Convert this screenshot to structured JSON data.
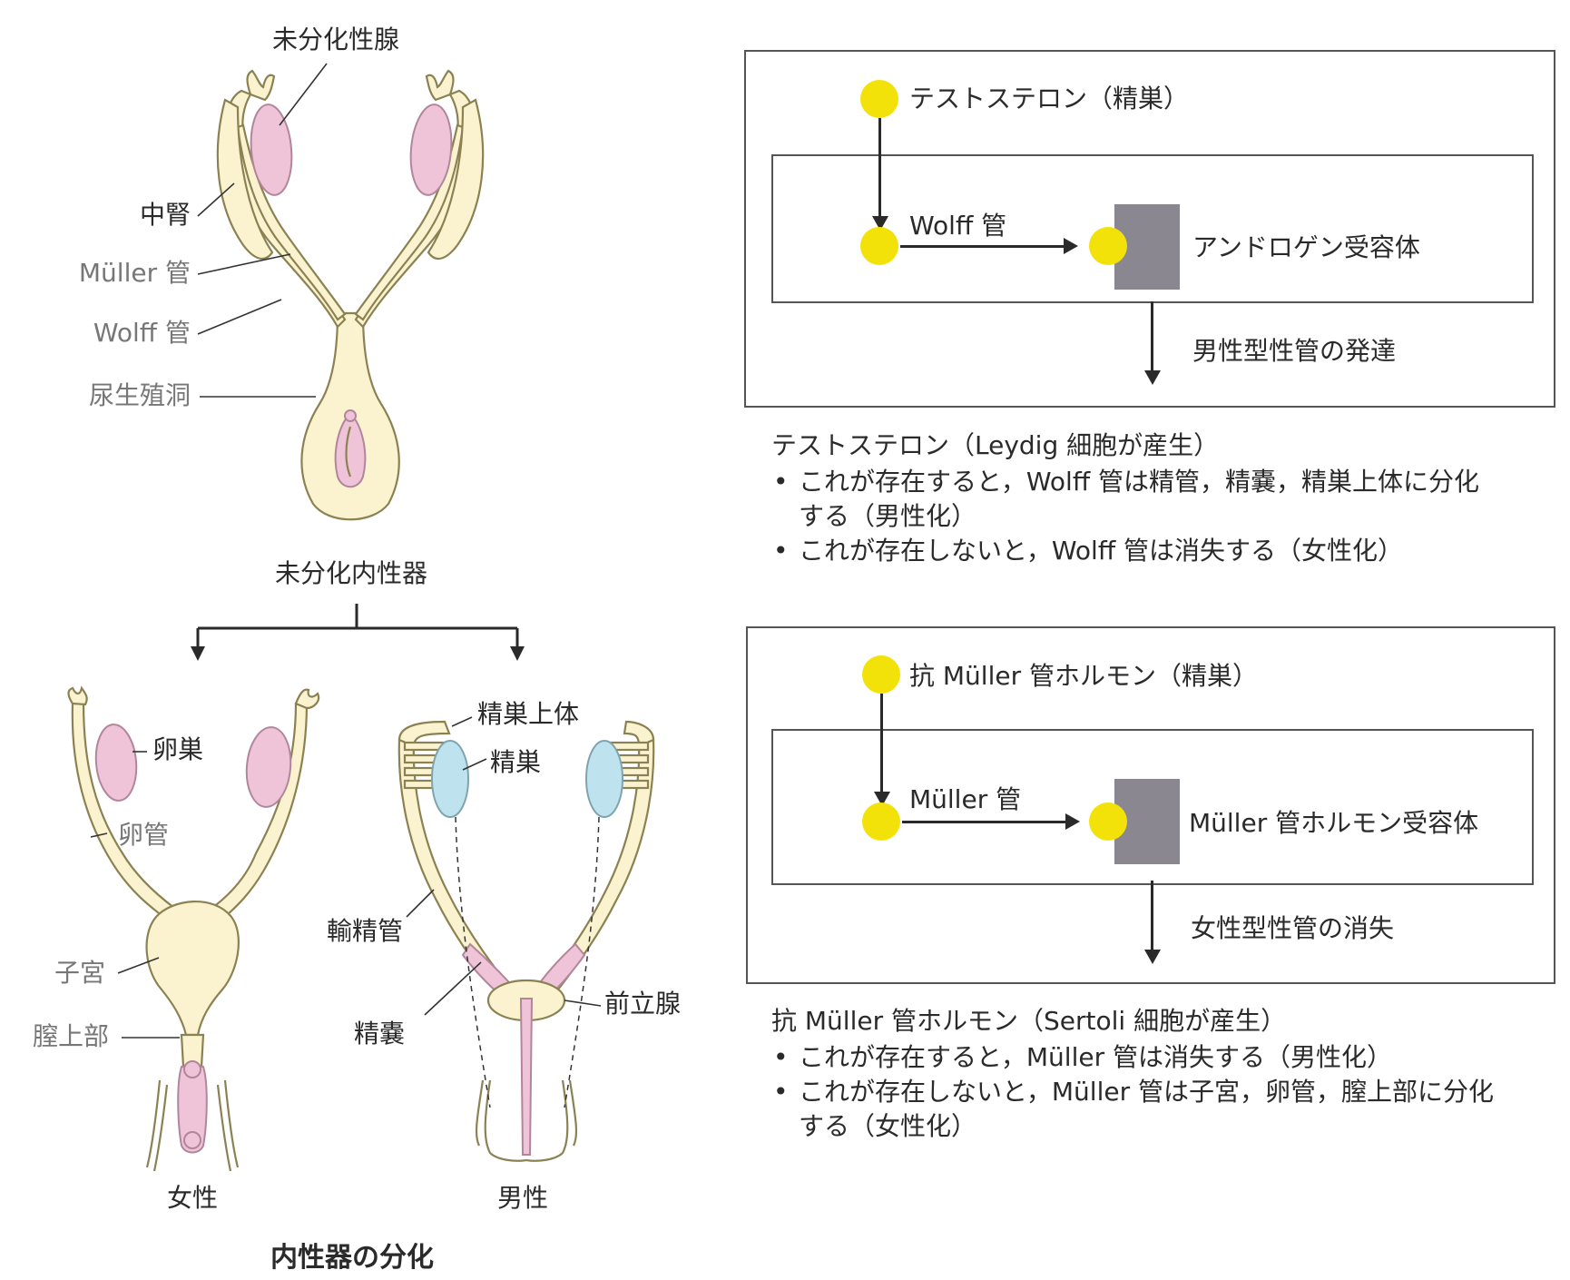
{
  "left": {
    "top_labels": {
      "gonad": "未分化性腺",
      "mesonephros": "中腎",
      "muller_duct": "Müller 管",
      "wolff_duct": "Wolff 管",
      "urogenital_sinus": "尿生殖洞"
    },
    "undiff_internal": "未分化内性器",
    "female": {
      "ovary": "卵巣",
      "oviduct": "卵管",
      "uterus": "子宮",
      "upper_vagina": "膣上部",
      "caption": "女性"
    },
    "male": {
      "epididymis": "精巣上体",
      "testis": "精巣",
      "vas_deferens": "輸精管",
      "seminal_vesicle": "精嚢",
      "prostate": "前立腺",
      "caption": "男性"
    },
    "figure_title": "内性器の分化"
  },
  "right": {
    "panel1": {
      "hormone": "テストステロン（精巣）",
      "duct": "Wolff 管",
      "receptor": "アンドロゲン受容体",
      "result": "男性型性管の発達",
      "note_title": "テストステロン（Leydig 細胞が産生）",
      "bullets": [
        [
          "これが存在すると，Wolff 管は精管，精嚢，精巣上体に分化",
          "する（男性化）"
        ],
        [
          "これが存在しないと，Wolff 管は消失する（女性化）"
        ]
      ]
    },
    "panel2": {
      "hormone": "抗 Müller 管ホルモン（精巣）",
      "duct": "Müller 管",
      "receptor": "Müller 管ホルモン受容体",
      "result": "女性型性管の消失",
      "note_title": "抗 Müller 管ホルモン（Sertoli 細胞が産生）",
      "bullets": [
        [
          "これが存在すると，Müller 管は消失する（男性化）"
        ],
        [
          "これが存在しないと，Müller 管は子宮，卵管，膣上部に分化",
          "する（女性化）"
        ]
      ]
    }
  },
  "colors": {
    "duct_fill": "#fbf3cf",
    "duct_stroke": "#8b8253",
    "pink": "#efc4d8",
    "blue": "#bfe3ee",
    "yellow_dot": "#f2e20a",
    "receptor": "#8a8790"
  }
}
